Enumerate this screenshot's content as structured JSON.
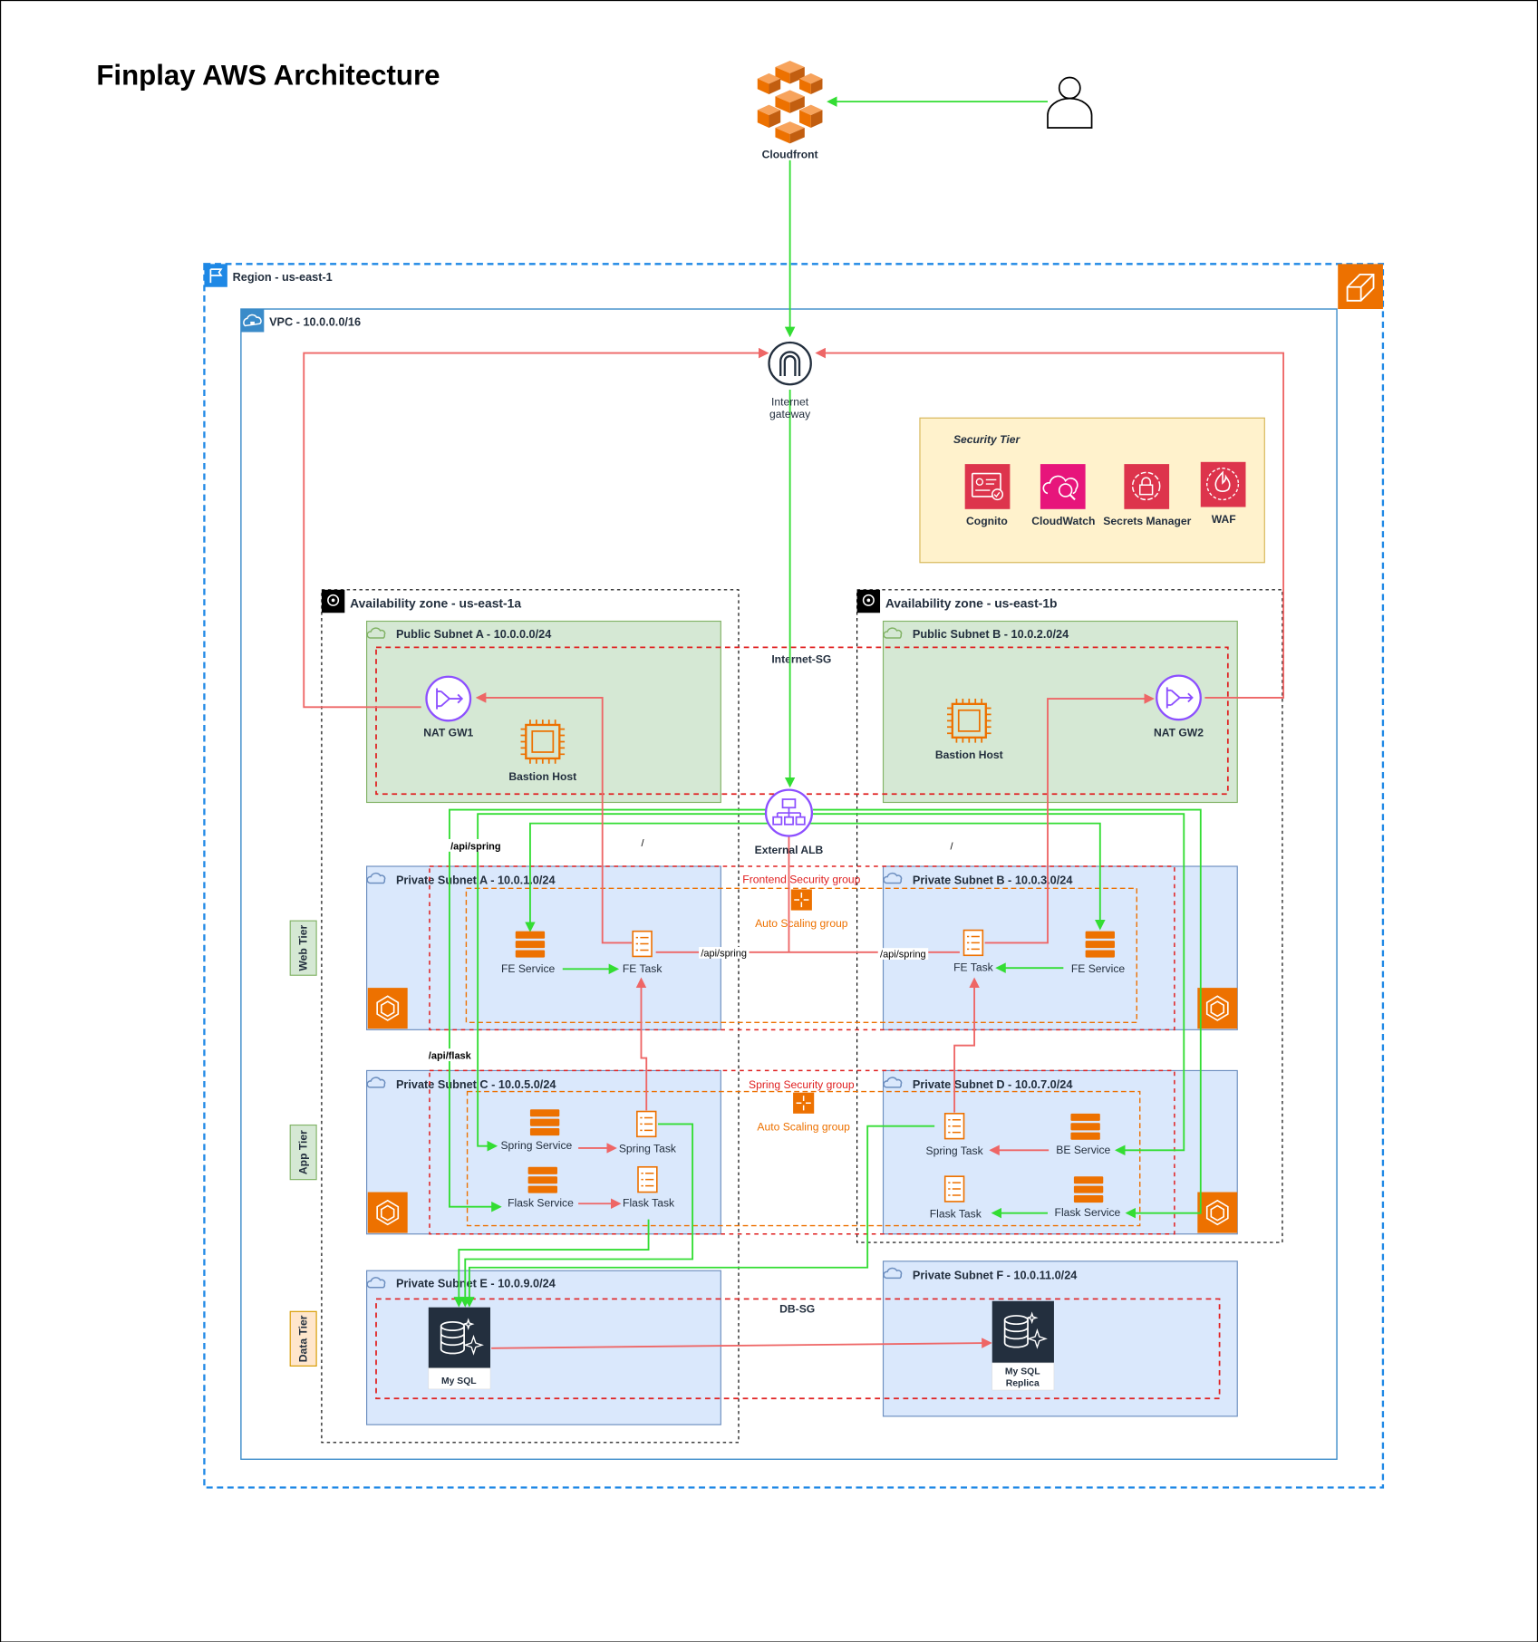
{
  "title": "Finplay AWS Architecture",
  "nodes": {
    "cloudfront": "Cloudfront",
    "internet_gateway_line1": "Internet",
    "internet_gateway_line2": "gateway",
    "external_alb": "External ALB",
    "nat_gw1": "NAT GW1",
    "nat_gw2": "NAT GW2",
    "bastion_a": "Bastion Host",
    "bastion_b": "Bastion Host",
    "fe_service_a": "FE Service",
    "fe_task_a": "FE Task",
    "fe_task_b": "FE Task",
    "fe_service_b": "FE Service",
    "spring_service": "Spring Service",
    "spring_task_c": "Spring Task",
    "flask_service_c": "Flask Service",
    "flask_task_c": "Flask Task",
    "spring_task_d": "Spring Task",
    "be_service": "BE Service",
    "flask_task_d": "Flask Task",
    "flask_service_d": "Flask Service",
    "mysql": "My SQL",
    "mysql_replica_line1": "My SQL",
    "mysql_replica_line2": "Replica"
  },
  "groups": {
    "region": "Region - us-east-1",
    "vpc": "VPC - 10.0.0.0/16",
    "az_a": "Availability zone - us-east-1a",
    "az_b": "Availability zone - us-east-1b",
    "public_a": "Public Subnet A - 10.0.0.0/24",
    "public_b": "Public Subnet B - 10.0.2.0/24",
    "private_a": "Private Subnet A - 10.0.1.0/24",
    "private_b": "Private Subnet B - 10.0.3.0/24",
    "private_c": "Private Subnet C - 10.0.5.0/24",
    "private_d": "Private Subnet D - 10.0.7.0/24",
    "private_e": "Private Subnet E - 10.0.9.0/24",
    "private_f": "Private Subnet F - 10.0.11.0/24",
    "internet_sg": "Internet-SG",
    "frontend_sg": "Frontend Security group",
    "spring_sg": "Spring Security group",
    "db_sg": "DB-SG",
    "asg_fe": "Auto Scaling group",
    "asg_be": "Auto Scaling group"
  },
  "security_tier": {
    "title": "Security Tier",
    "items": [
      "Cognito",
      "CloudWatch",
      "Secrets Manager",
      "WAF"
    ]
  },
  "tiers": {
    "web": "Web Tier",
    "app": "App Tier",
    "data": "Data Tier"
  },
  "edge_labels": {
    "api_spring_left": "/api/spring",
    "root_left": "/",
    "root_right": "/",
    "api_spring_fe_a": "/api/spring",
    "api_spring_fe_b": "/api/spring",
    "api_flask": "/api/flask"
  },
  "colors": {
    "green_flow": "#33dd33",
    "red_flow": "#ee6666",
    "aws_orange": "#ed7100",
    "network_purple": "#8c4fff",
    "public_subnet_fill": "#d5e8d4",
    "private_subnet_fill": "#dae8fc",
    "security_tier_fill": "#fff2cc",
    "region_border": "#1e88e5",
    "vpc_border": "#3a8bc9"
  }
}
